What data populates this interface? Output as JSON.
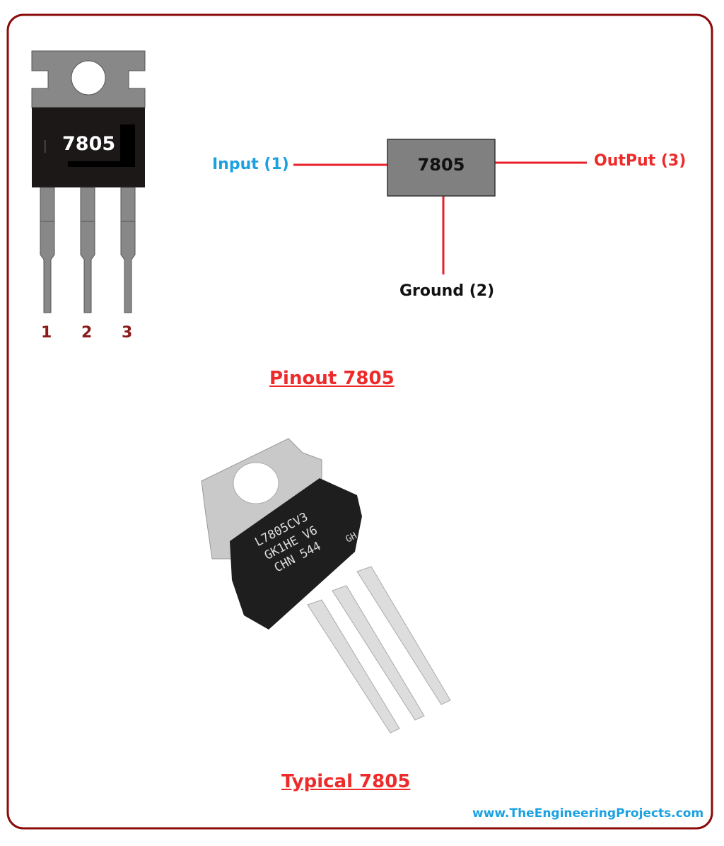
{
  "left_package": {
    "label": "7805",
    "pins": [
      "1",
      "2",
      "3"
    ]
  },
  "schematic": {
    "box_label": "7805",
    "input_label": "Input (1)",
    "output_label": "OutPut (3)",
    "ground_label": "Ground (2)"
  },
  "captions": {
    "pinout": "Pinout 7805",
    "typical": "Typical 7805"
  },
  "photo_markings": [
    "L7805CV3",
    "GK1HE V6",
    "CHN 544",
    "GH"
  ],
  "watermark": "www.TheEngineeringProjects.com",
  "colors": {
    "border": "#8b0a0a",
    "wire": "#e8202a",
    "input": "#1ba1e2",
    "output": "#ee2a2a",
    "pin_numbers": "#8b1a1a",
    "box": "#808080"
  }
}
